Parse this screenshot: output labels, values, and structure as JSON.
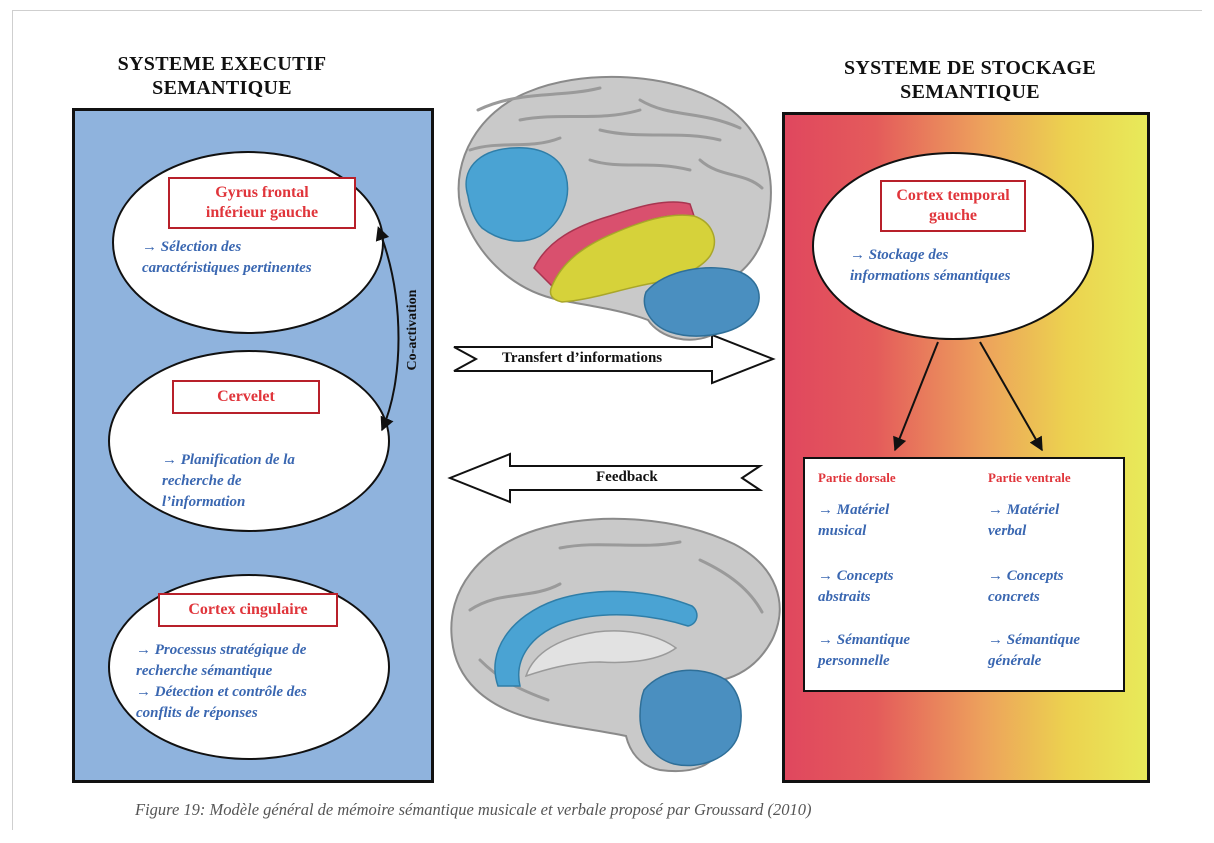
{
  "left_panel": {
    "title_line1": "SYSTEME EXECUTIF",
    "title_line2": "SEMANTIQUE",
    "regions": [
      {
        "name": "Gyrus frontal\ninférieur gauche",
        "description": "→ Sélection des\ncaractéristiques pertinentes"
      },
      {
        "name": "Cervelet",
        "description": "→ Planification de la\nrecherche de\nl’information"
      },
      {
        "name": "Cortex cingulaire",
        "description": "→ Processus stratégique de\nrecherche sémantique\n→ Détection et contrôle des\nconflits de réponses"
      }
    ],
    "link_label": "Co-activation"
  },
  "right_panel": {
    "title_line1": "SYSTEME DE STOCKAGE",
    "title_line2": "SEMANTIQUE",
    "region": {
      "name": "Cortex temporal\ngauche",
      "description": "→ Stockage des\ninformations  sémantiques"
    },
    "columns": [
      {
        "heading": "Partie dorsale",
        "items": [
          "→ Matériel\nmusical",
          "→ Concepts\nabstraits",
          "→ Sémantique\npersonnelle"
        ]
      },
      {
        "heading": "Partie ventrale",
        "items": [
          "→ Matériel\nverbal",
          "→ Concepts\nconcrets",
          "→ Sémantique\ngénérale"
        ]
      }
    ]
  },
  "arrows": {
    "transfer": "Transfert d’informations",
    "feedback": "Feedback"
  },
  "caption": "Figure 19: Modèle général de mémoire sémantique musicale et verbale proposé par Groussard (2010)",
  "colors": {
    "left_panel": "#8fb3dd",
    "label_red": "#e0353b",
    "desc_blue": "#3a67b1",
    "brain_gray": "#c9c9c9",
    "region_blue": "#4aa3d3",
    "region_red": "#d9506e",
    "region_yellow": "#d6d23a"
  },
  "icons": [
    "brain-lateral-view",
    "brain-medial-view"
  ]
}
